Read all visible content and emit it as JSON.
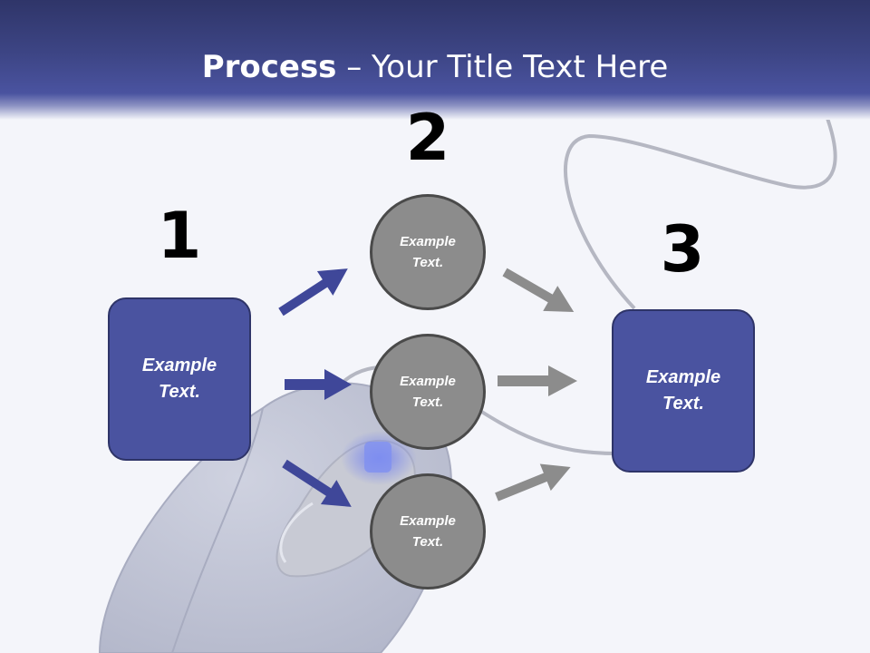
{
  "title": {
    "bold": "Process",
    "rest": " – Your Title Text Here"
  },
  "numbers": [
    "1",
    "2",
    "3"
  ],
  "box_left": {
    "text": "Example\nText."
  },
  "box_right": {
    "text": "Example\nText."
  },
  "circles": [
    {
      "text": "Example\nText."
    },
    {
      "text": "Example\nText."
    },
    {
      "text": "Example\nText."
    }
  ],
  "colors": {
    "header": "#3d4585",
    "box": "#4a53a0",
    "circle": "#8c8c8c",
    "blue_arrow": "#3f4799",
    "gray_arrow": "#8c8c8c"
  }
}
